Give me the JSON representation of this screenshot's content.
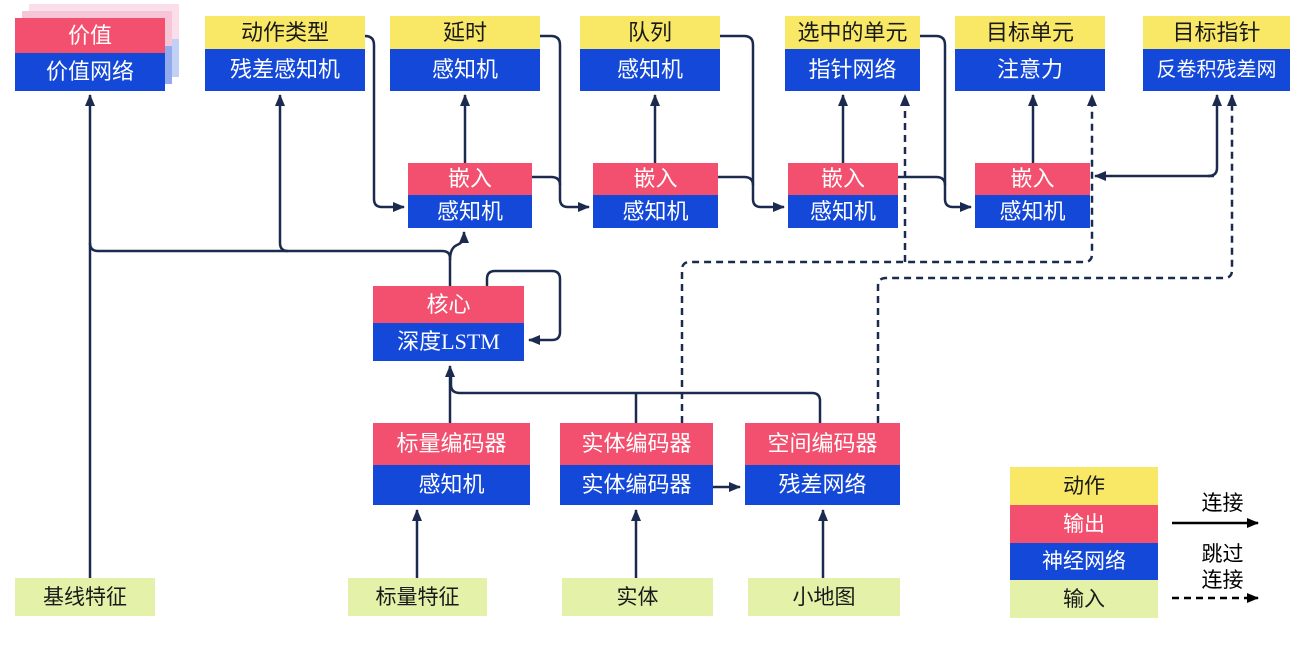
{
  "diagram": {
    "nodes": {
      "value": {
        "top": "价值",
        "bottom": "价值网络"
      },
      "action_type": {
        "top": "动作类型",
        "bottom": "残差感知机"
      },
      "delay": {
        "top": "延时",
        "bottom": "感知机"
      },
      "queue": {
        "top": "队列",
        "bottom": "感知机"
      },
      "selected_units": {
        "top": "选中的单元",
        "bottom": "指针网络"
      },
      "target_unit": {
        "top": "目标单元",
        "bottom": "注意力"
      },
      "target_point": {
        "top": "目标指针",
        "bottom": "反卷积残差网"
      },
      "embed1": {
        "top": "嵌入",
        "bottom": "感知机"
      },
      "embed2": {
        "top": "嵌入",
        "bottom": "感知机"
      },
      "embed3": {
        "top": "嵌入",
        "bottom": "感知机"
      },
      "embed4": {
        "top": "嵌入",
        "bottom": "感知机"
      },
      "core": {
        "top": "核心",
        "bottom": "深度LSTM"
      },
      "scalar_encoder": {
        "top": "标量编码器",
        "bottom": "感知机"
      },
      "entity_encoder": {
        "top": "实体编码器",
        "bottom": "实体编码器"
      },
      "spatial_encoder": {
        "top": "空间编码器",
        "bottom": "残差网络"
      },
      "baseline_features": {
        "label": "基线特征"
      },
      "scalar_features": {
        "label": "标量特征"
      },
      "entities": {
        "label": "实体"
      },
      "minimap": {
        "label": "小地图"
      }
    },
    "legend": {
      "action": "动作",
      "output": "输出",
      "neural_network": "神经网络",
      "input": "输入",
      "connection": "连接",
      "skip_line1": "跳过",
      "skip_line2": "连接"
    },
    "colors": {
      "action_yellow": "#F9E866",
      "output_red": "#F2506E",
      "neural_blue": "#1448D8",
      "input_green": "#E3F1A9",
      "wire_navy": "#1B2A4E",
      "legend_arrow_black": "#000000"
    }
  }
}
